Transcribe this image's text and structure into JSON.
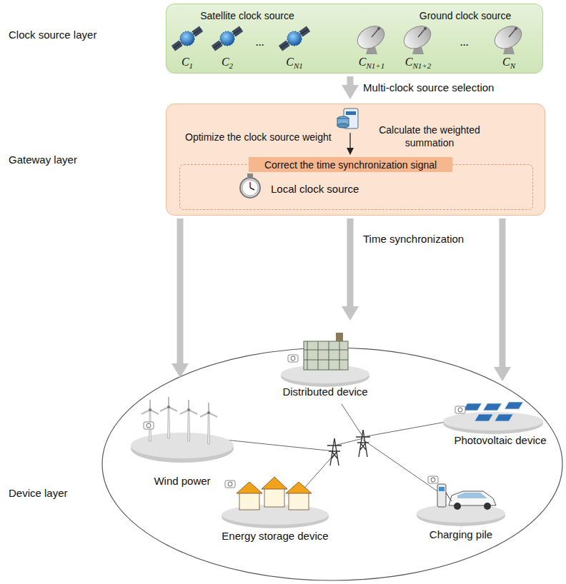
{
  "diagram": {
    "nodes": [
      {
        "text": [
          "Satellite clock source",
          "Ground clock source"
        ]
      },
      {
        "text": [
          "Optimize the clock source weight",
          "Calculate the weighted summation"
        ]
      },
      {
        "text": [
          "Correct the time synchronization signal"
        ],
        "in": 1
      },
      {
        "text": [
          "Local clock source"
        ],
        "in": 1
      },
      {
        "text": [
          "Wind power"
        ]
      },
      {
        "text": [
          "Distributed device"
        ]
      },
      {
        "text": [
          "Photovoltaic device"
        ]
      },
      {
        "text": [
          "Energy storage device"
        ]
      },
      {
        "text": [
          "Charging pile"
        ]
      }
    ],
    "edges": [
      {
        "from": 0,
        "to": 1,
        "label": "Multi-clock source selection",
        "arrow": "to"
      },
      {
        "from": 1,
        "to": 4,
        "arrow": "to"
      },
      {
        "from": 1,
        "to": 5,
        "label": "Time synchronization",
        "arrow": "to"
      },
      {
        "from": 1,
        "to": 6,
        "arrow": "to"
      }
    ],
    "labels": [
      "Clock source layer",
      "C1",
      "C2",
      "...",
      "CN1",
      "CN1+1",
      "CN1+2",
      "...",
      "CN",
      "Gateway layer",
      "Device layer"
    ]
  }
}
